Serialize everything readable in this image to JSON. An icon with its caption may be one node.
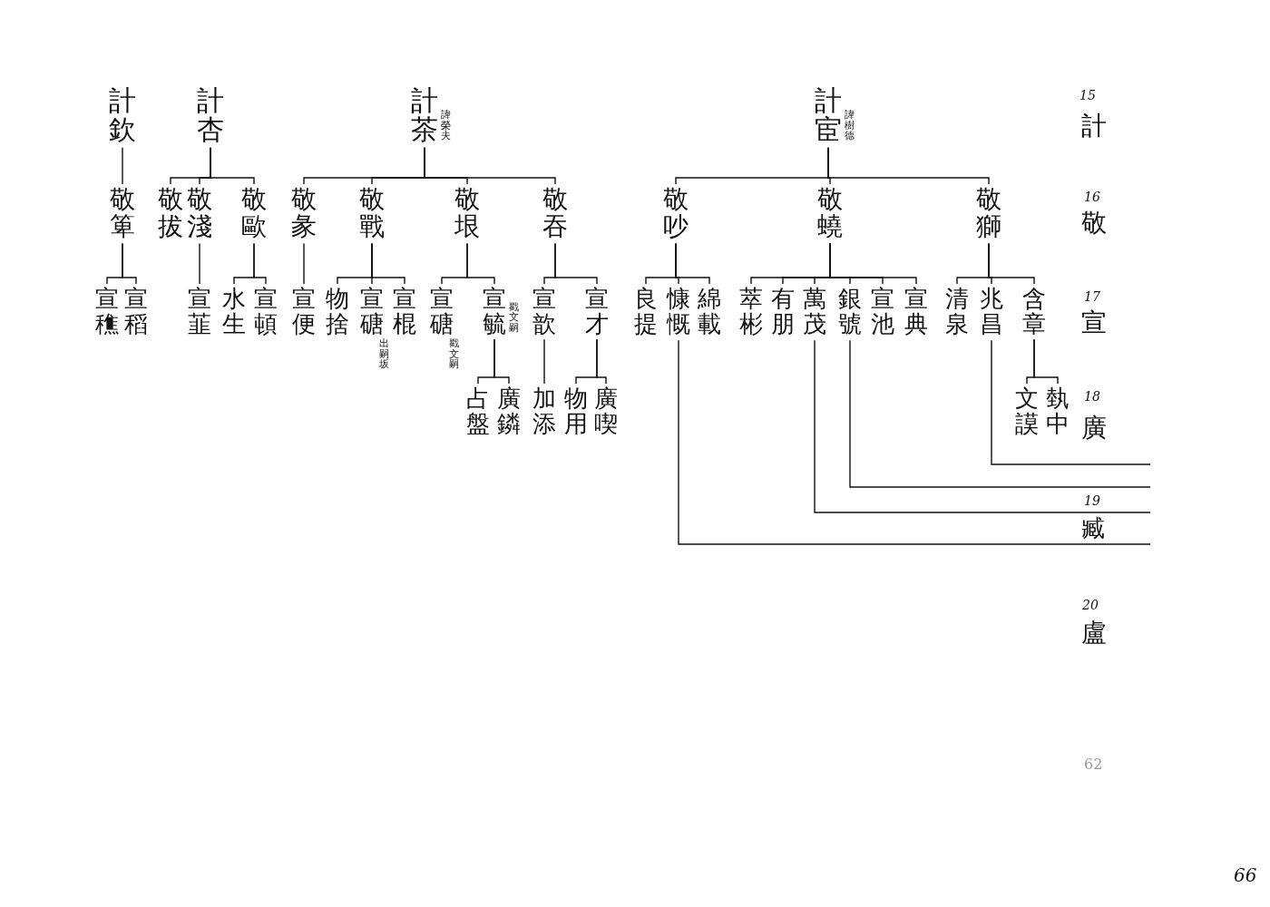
{
  "diagram": {
    "nodes": [
      {
        "text": [
          "計欽"
        ]
      },
      {
        "text": [
          "計杏"
        ]
      },
      {
        "text": [
          "計茶"
        ],
        "beside": [
          "諱榮夫"
        ]
      },
      {
        "text": [
          "計宦"
        ],
        "beside": [
          "諱樹德"
        ]
      },
      {
        "text": [
          "敬箄"
        ]
      },
      {
        "text": [
          "敬拔"
        ]
      },
      {
        "text": [
          "敬淺"
        ]
      },
      {
        "text": [
          "敬歐"
        ]
      },
      {
        "text": [
          "敬彖"
        ]
      },
      {
        "text": [
          "敬戰"
        ]
      },
      {
        "text": [
          "敬垠"
        ]
      },
      {
        "text": [
          "敬吞"
        ]
      },
      {
        "text": [
          "敬吵"
        ]
      },
      {
        "text": [
          "敬蟯"
        ]
      },
      {
        "text": [
          "敬獅"
        ]
      },
      {
        "text": [
          "宣穛"
        ]
      },
      {
        "text": [
          "宣稻"
        ]
      },
      {
        "text": [
          "宣韮"
        ]
      },
      {
        "text": [
          "水生"
        ]
      },
      {
        "text": [
          "宣頓"
        ]
      },
      {
        "text": [
          "宣便"
        ]
      },
      {
        "text": [
          "物捨"
        ]
      },
      {
        "text": [
          "宣磄"
        ],
        "beside": [
          "出嗣坂"
        ]
      },
      {
        "text": [
          "宣棍"
        ]
      },
      {
        "text": [
          "宣磄"
        ],
        "beside": [
          "戳文嗣"
        ]
      },
      {
        "text": [
          "宣毓"
        ],
        "beside": [
          "戳文嗣"
        ]
      },
      {
        "text": [
          "宣歆"
        ]
      },
      {
        "text": [
          "宣才"
        ]
      },
      {
        "text": [
          "良提"
        ]
      },
      {
        "text": [
          "慷慨"
        ]
      },
      {
        "text": [
          "綿載"
        ]
      },
      {
        "text": [
          "萃彬"
        ]
      },
      {
        "text": [
          "有朋"
        ]
      },
      {
        "text": [
          "萬茂"
        ]
      },
      {
        "text": [
          "銀號"
        ]
      },
      {
        "text": [
          "宣池"
        ]
      },
      {
        "text": [
          "宣典"
        ]
      },
      {
        "text": [
          "清泉"
        ]
      },
      {
        "text": [
          "兆昌"
        ]
      },
      {
        "text": [
          "含章"
        ]
      },
      {
        "text": [
          "占盤"
        ]
      },
      {
        "text": [
          "廣鏻"
        ]
      },
      {
        "text": [
          "加添"
        ]
      },
      {
        "text": [
          "物用"
        ]
      },
      {
        "text": [
          "廣喫"
        ]
      },
      {
        "text": [
          "文謨"
        ]
      },
      {
        "text": [
          "埶中"
        ]
      }
    ],
    "edges": [
      {
        "from": 0,
        "to": 4,
        "arrow": "none"
      },
      {
        "from": 1,
        "to": 5,
        "arrow": "none"
      },
      {
        "from": 1,
        "to": 6,
        "arrow": "none"
      },
      {
        "from": 1,
        "to": 7,
        "arrow": "none"
      },
      {
        "from": 2,
        "to": 8,
        "arrow": "none"
      },
      {
        "from": 2,
        "to": 9,
        "arrow": "none"
      },
      {
        "from": 2,
        "to": 10,
        "arrow": "none"
      },
      {
        "from": 2,
        "to": 11,
        "arrow": "none"
      },
      {
        "from": 3,
        "to": 12,
        "arrow": "none"
      },
      {
        "from": 3,
        "to": 13,
        "arrow": "none"
      },
      {
        "from": 3,
        "to": 14,
        "arrow": "none"
      },
      {
        "from": 4,
        "to": 15,
        "arrow": "none"
      },
      {
        "from": 4,
        "to": 16,
        "arrow": "none"
      },
      {
        "from": 6,
        "to": 17,
        "arrow": "none"
      },
      {
        "from": 7,
        "to": 18,
        "arrow": "none"
      },
      {
        "from": 7,
        "to": 19,
        "arrow": "none"
      },
      {
        "from": 8,
        "to": 20,
        "arrow": "none"
      },
      {
        "from": 9,
        "to": 21,
        "arrow": "none"
      },
      {
        "from": 9,
        "to": 22,
        "arrow": "none"
      },
      {
        "from": 9,
        "to": 23,
        "arrow": "none"
      },
      {
        "from": 10,
        "to": 24,
        "arrow": "none"
      },
      {
        "from": 10,
        "to": 25,
        "arrow": "none"
      },
      {
        "from": 11,
        "to": 26,
        "arrow": "none"
      },
      {
        "from": 11,
        "to": 27,
        "arrow": "none"
      },
      {
        "from": 12,
        "to": 28,
        "arrow": "none"
      },
      {
        "from": 12,
        "to": 29,
        "arrow": "none"
      },
      {
        "from": 12,
        "to": 30,
        "arrow": "none"
      },
      {
        "from": 13,
        "to": 31,
        "arrow": "none"
      },
      {
        "from": 13,
        "to": 32,
        "arrow": "none"
      },
      {
        "from": 13,
        "to": 33,
        "arrow": "none"
      },
      {
        "from": 13,
        "to": 34,
        "arrow": "none"
      },
      {
        "from": 13,
        "to": 35,
        "arrow": "none"
      },
      {
        "from": 13,
        "to": 36,
        "arrow": "none"
      },
      {
        "from": 14,
        "to": 37,
        "arrow": "none"
      },
      {
        "from": 14,
        "to": 38,
        "arrow": "none"
      },
      {
        "from": 14,
        "to": 39,
        "arrow": "none"
      },
      {
        "from": 25,
        "to": 40,
        "arrow": "none"
      },
      {
        "from": 25,
        "to": 41,
        "arrow": "none"
      },
      {
        "from": 26,
        "to": 42,
        "arrow": "none"
      },
      {
        "from": 27,
        "to": 43,
        "arrow": "none"
      },
      {
        "from": 27,
        "to": 44,
        "arrow": "none"
      },
      {
        "from": 39,
        "to": 45,
        "arrow": "none"
      },
      {
        "from": 39,
        "to": 46,
        "arrow": "none"
      },
      {
        "from": 38,
        "to": null,
        "arrow": "none"
      },
      {
        "from": 34,
        "to": null,
        "arrow": "none"
      },
      {
        "from": 33,
        "to": null,
        "arrow": "none"
      },
      {
        "from": 29,
        "to": null,
        "arrow": "none"
      }
    ],
    "labels": [
      "15",
      "計",
      "16",
      "敬",
      "17",
      "宣",
      "18",
      "廣",
      "19",
      "臧",
      "20",
      "盧",
      "62",
      "66"
    ]
  }
}
